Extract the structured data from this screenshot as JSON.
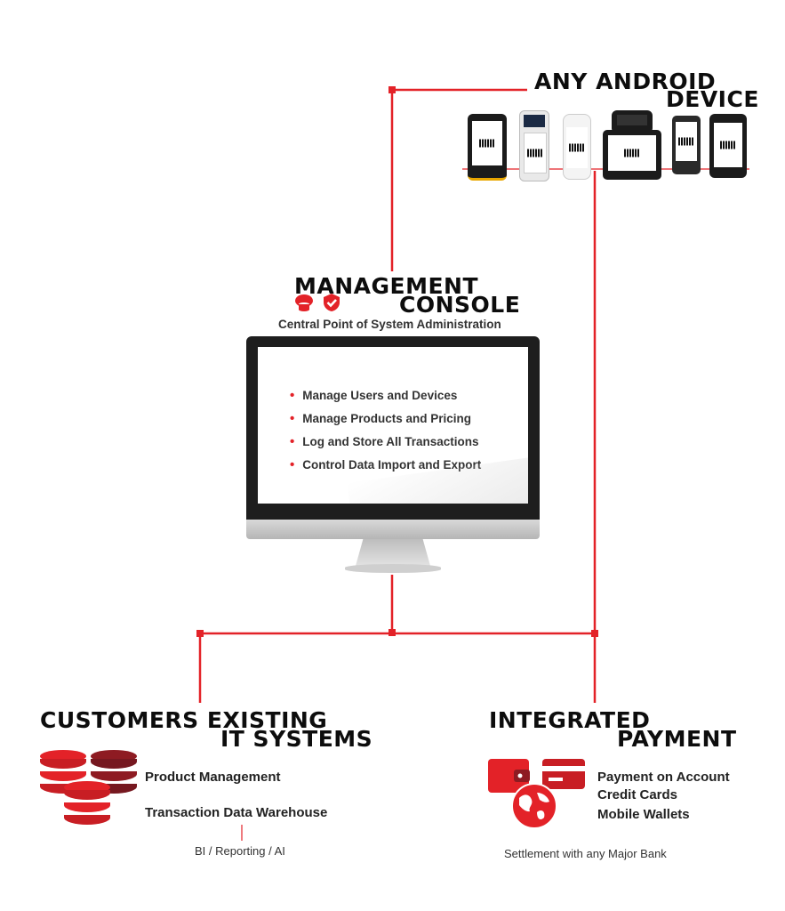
{
  "android": {
    "title_line1": "ANY ANDROID",
    "title_line2": "DEVICE"
  },
  "console": {
    "title_line1": "MANAGEMENT",
    "title_line2": "CONSOLE",
    "subtitle": "Central Point of System Administration",
    "features": [
      "Manage Users and Devices",
      "Manage Products and Pricing",
      "Log and Store All Transactions",
      "Control Data Import and Export"
    ]
  },
  "customers": {
    "title_line1": "CUSTOMERS EXISTING",
    "title_line2": "IT SYSTEMS",
    "item1": "Product Management",
    "item2": "Transaction Data Warehouse",
    "footnote": "BI / Reporting / AI"
  },
  "payment": {
    "title_line1": "INTEGRATED",
    "title_line2": "PAYMENT",
    "items": [
      "Payment on Account",
      "Credit Cards",
      "Mobile Wallets"
    ],
    "footnote": "Settlement with any Major Bank"
  },
  "colors": {
    "accent": "#e32228",
    "dark_red": "#8e1b22",
    "text": "#1a1a1a"
  },
  "icons": [
    "cloud-database-icon",
    "shield-check-icon",
    "database-icon",
    "wallet-icon",
    "credit-card-icon",
    "globe-icon",
    "barcode-icon"
  ]
}
